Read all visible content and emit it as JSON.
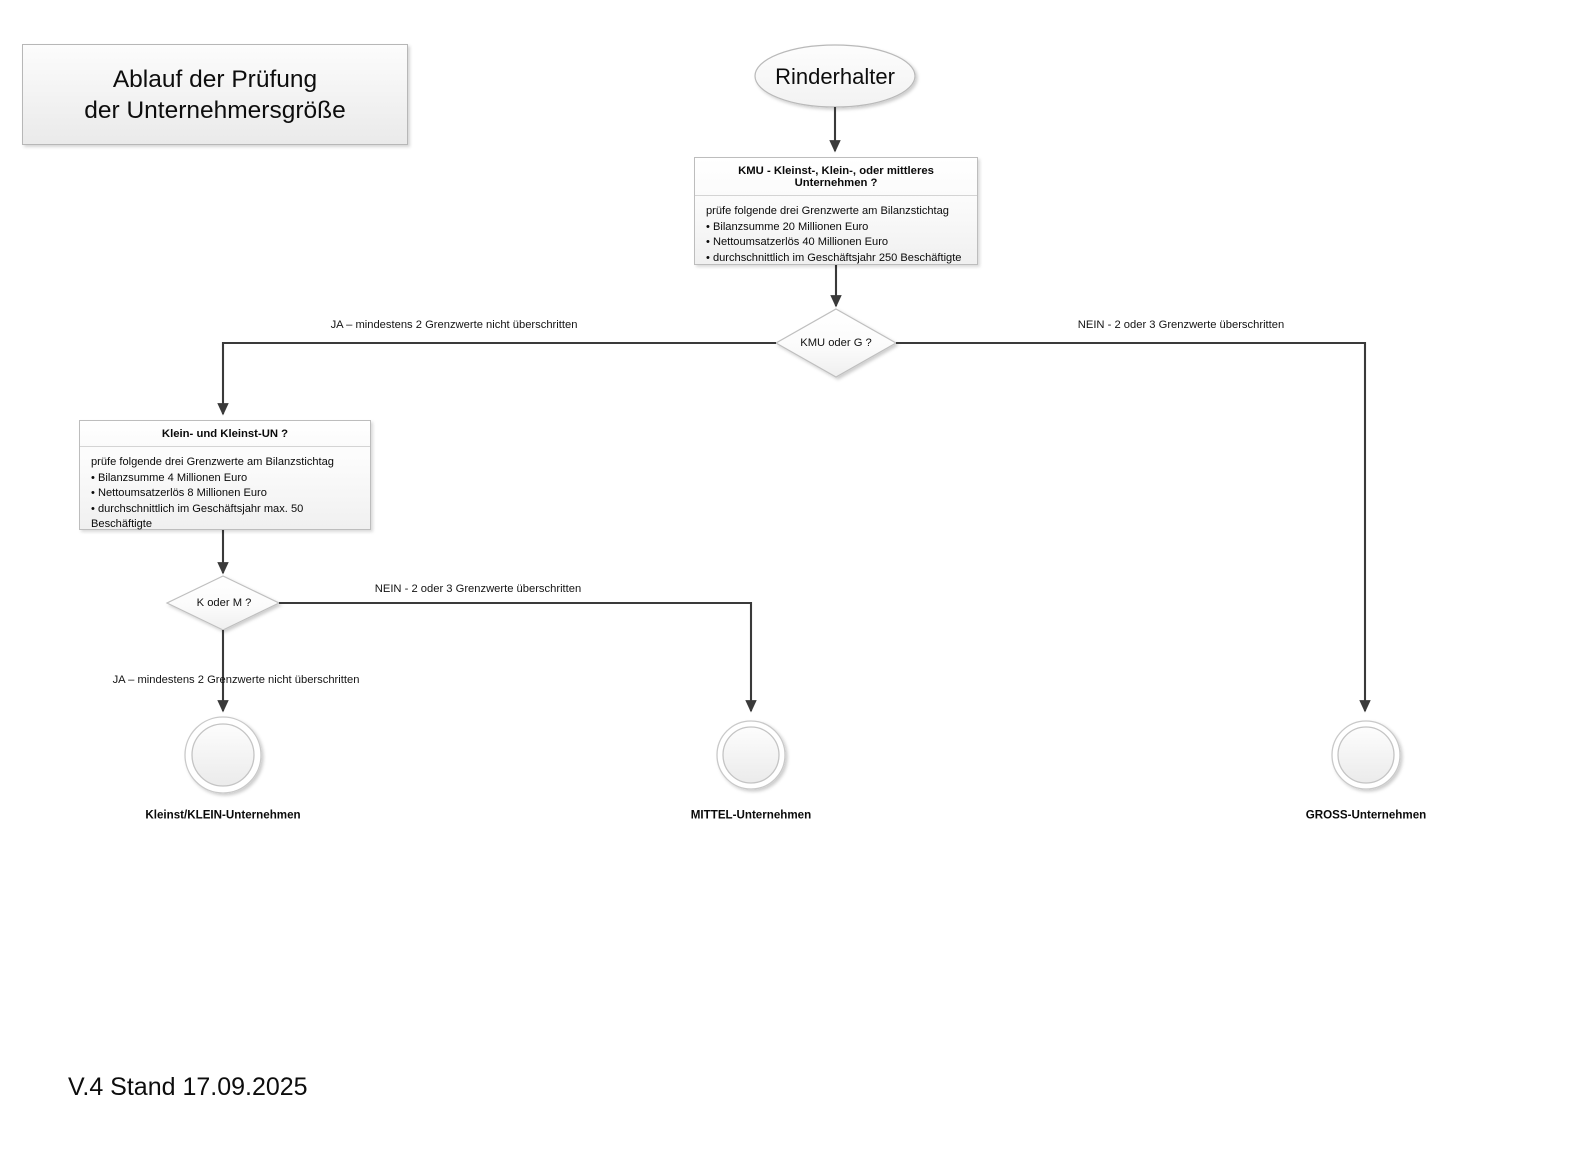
{
  "title": {
    "line1": "Ablauf der Prüfung",
    "line2": "der Unternehmersgröße"
  },
  "footer": {
    "version_text": "V.4 Stand 17.09.2025"
  },
  "colors": {
    "connector": "#404040",
    "node_border": "#bdbdbd",
    "node_fill_top": "#ffffff",
    "node_fill_bottom": "#f0f0f0",
    "text": "#0a0a0a"
  },
  "flow": {
    "start": {
      "label": "Rinderhalter",
      "shape": "ellipse"
    },
    "boxes": [
      {
        "id": "kmu",
        "header": "KMU - Kleinst-, Klein-, oder mittleres Unternehmen ?",
        "lead": "prüfe folgende drei Grenzwerte am Bilanzstichtag",
        "bullets": [
          "• Bilanzsumme 20 Millionen Euro",
          "• Nettoumsatzerlös 40 Millionen Euro",
          "• durchschnittlich im Geschäftsjahr 250 Beschäftigte"
        ]
      },
      {
        "id": "klein",
        "header": "Klein- und Kleinst-UN ?",
        "lead": "prüfe folgende drei Grenzwerte am Bilanzstichtag",
        "bullets": [
          "• Bilanzsumme 4 Millionen Euro",
          "• Nettoumsatzerlös 8 Millionen Euro",
          "• durchschnittlich im Geschäftsjahr max. 50 Beschäftigte"
        ]
      }
    ],
    "decisions": [
      {
        "id": "kmu-oder-g",
        "label": "KMU oder G ?"
      },
      {
        "id": "k-oder-m",
        "label": "K oder M ?"
      }
    ],
    "edge_labels": [
      {
        "id": "kmu-ja",
        "text": "JA – mindestens 2 Grenzwerte nicht überschritten"
      },
      {
        "id": "kmu-nein",
        "text": "NEIN - 2 oder 3 Grenzwerte überschritten"
      },
      {
        "id": "km-nein",
        "text": "NEIN - 2 oder 3 Grenzwerte überschritten"
      },
      {
        "id": "km-ja",
        "text": "JA – mindestens 2 Grenzwerte nicht überschritten"
      }
    ],
    "end_nodes": [
      {
        "id": "kleinst-klein",
        "label": "Kleinst/KLEIN-Unternehmen"
      },
      {
        "id": "mittel",
        "label": "MITTEL-Unternehmen"
      },
      {
        "id": "gross",
        "label": "GROSS-Unternehmen"
      }
    ]
  }
}
